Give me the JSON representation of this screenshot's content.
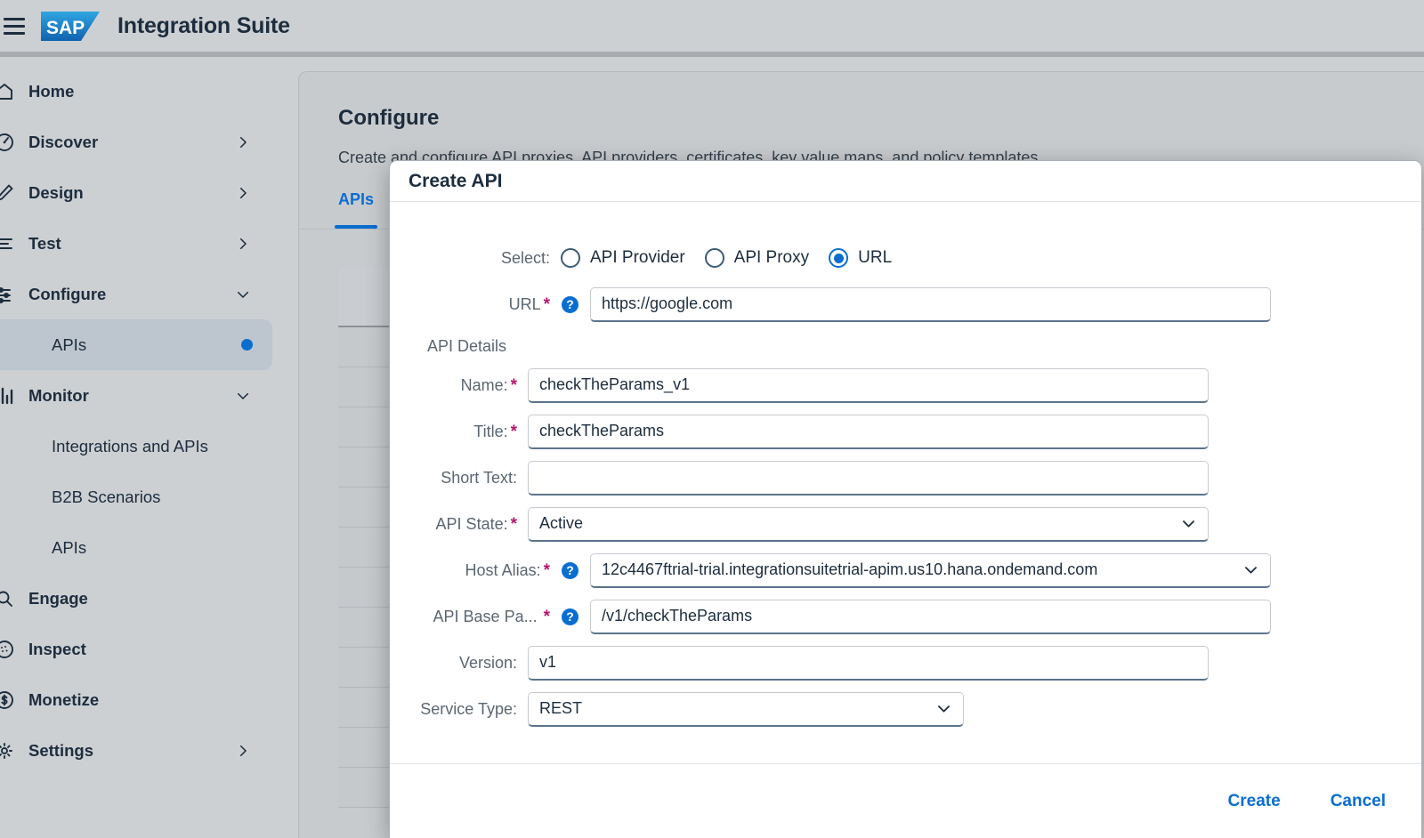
{
  "shell": {
    "menu_icon": "hamburger-menu-icon",
    "logo_text": "SAP",
    "title": "Integration Suite"
  },
  "sidebar": {
    "items": [
      {
        "label": "Home",
        "icon": "home-icon",
        "type": "top",
        "arrow": "",
        "selected": false
      },
      {
        "label": "Discover",
        "icon": "compass-icon",
        "type": "top",
        "arrow": "right",
        "selected": false
      },
      {
        "label": "Design",
        "icon": "pencil-icon",
        "type": "top",
        "arrow": "right",
        "selected": false
      },
      {
        "label": "Test",
        "icon": "list-icon",
        "type": "top",
        "arrow": "right",
        "selected": false
      },
      {
        "label": "Configure",
        "icon": "sliders-icon",
        "type": "top",
        "arrow": "down",
        "selected": false
      },
      {
        "label": "APIs",
        "icon": "",
        "type": "sub",
        "arrow": "",
        "selected": true,
        "dot": true
      },
      {
        "label": "Monitor",
        "icon": "bars-icon",
        "type": "top",
        "arrow": "down",
        "selected": false
      },
      {
        "label": "Integrations and APIs",
        "icon": "",
        "type": "sub",
        "arrow": "",
        "selected": false
      },
      {
        "label": "B2B Scenarios",
        "icon": "",
        "type": "sub",
        "arrow": "",
        "selected": false
      },
      {
        "label": "APIs",
        "icon": "",
        "type": "sub",
        "arrow": "",
        "selected": false
      },
      {
        "label": "Engage",
        "icon": "search-icon",
        "type": "top",
        "arrow": "",
        "selected": false
      },
      {
        "label": "Inspect",
        "icon": "gauge-icon",
        "type": "top",
        "arrow": "",
        "selected": false
      },
      {
        "label": "Monetize",
        "icon": "dollar-icon",
        "type": "top",
        "arrow": "",
        "selected": false
      },
      {
        "label": "Settings",
        "icon": "gear-icon",
        "type": "top",
        "arrow": "right",
        "selected": false
      }
    ]
  },
  "main": {
    "title": "Configure",
    "subtitle": "Create and configure API proxies, API providers, certificates, key value maps, and policy templates.",
    "tabs": [
      {
        "label": "APIs",
        "active": true
      }
    ]
  },
  "dialog": {
    "title": "Create API",
    "select": {
      "label": "Select:",
      "options": [
        {
          "label": "API Provider",
          "checked": false
        },
        {
          "label": "API Proxy",
          "checked": false
        },
        {
          "label": "URL",
          "checked": true
        }
      ]
    },
    "url_field": {
      "label": "URL",
      "required": true,
      "help": true,
      "value": "https://google.com"
    },
    "details_section_label": "API Details",
    "fields": [
      {
        "key": "name",
        "label": "Name:",
        "required": true,
        "help": false,
        "control": "input",
        "value": "checkTheParams_v1",
        "width": "w-name"
      },
      {
        "key": "title",
        "label": "Title:",
        "required": true,
        "help": false,
        "control": "input",
        "value": "checkTheParams",
        "width": "w-name"
      },
      {
        "key": "shorttext",
        "label": "Short Text:",
        "required": false,
        "help": false,
        "control": "input",
        "value": "",
        "width": "w-name"
      },
      {
        "key": "apistate",
        "label": "API State:",
        "required": true,
        "help": false,
        "control": "select",
        "value": "Active",
        "width": "w-state"
      },
      {
        "key": "hostalias",
        "label": "Host Alias:",
        "required": true,
        "help": true,
        "control": "select",
        "value": "12c4467ftrial-trial.integrationsuitetrial-apim.us10.hana.ondemand.com",
        "width": "w-host"
      },
      {
        "key": "basepath",
        "label": "API Base Pa...",
        "required": true,
        "help": true,
        "control": "input",
        "value": "/v1/checkTheParams",
        "width": "w-base"
      },
      {
        "key": "version",
        "label": "Version:",
        "required": false,
        "help": false,
        "control": "input",
        "value": "v1",
        "width": "w-ver"
      },
      {
        "key": "servicetype",
        "label": "Service Type:",
        "required": false,
        "help": false,
        "control": "select",
        "value": "REST",
        "width": "w-svc"
      }
    ],
    "buttons": {
      "create": "Create",
      "cancel": "Cancel"
    }
  },
  "colors": {
    "accent_blue": "#0a6ed1",
    "required_magenta": "#b5176a",
    "shell_gray": "#cdd0d3",
    "text_dark": "#1d2d3e",
    "label_gray": "#5b6670"
  }
}
